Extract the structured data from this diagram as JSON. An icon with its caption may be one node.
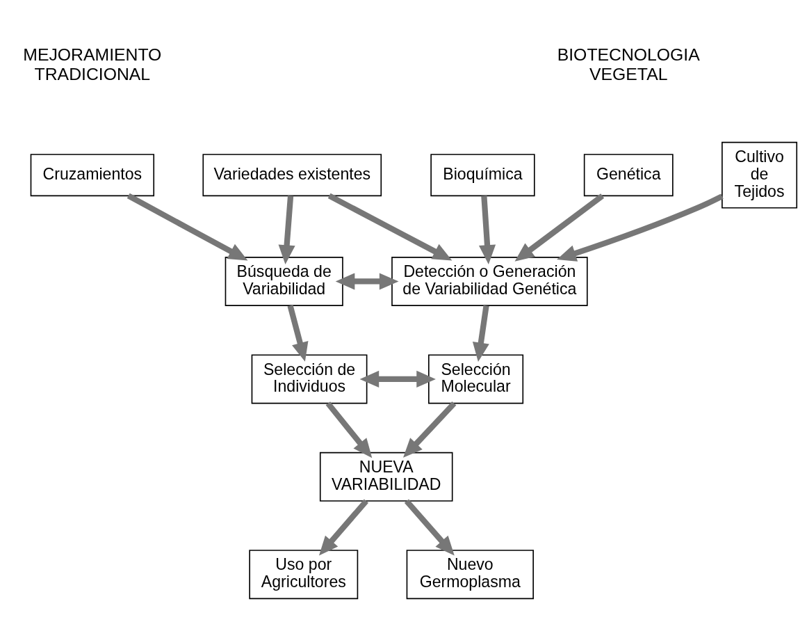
{
  "diagram": {
    "nodes": [
      {
        "text": [
          "Cruzamientos"
        ]
      },
      {
        "text": [
          "Variedades existentes"
        ]
      },
      {
        "text": [
          "Bioquímica"
        ]
      },
      {
        "text": [
          "Genética"
        ]
      },
      {
        "text": [
          "Cultivo de Tejidos"
        ]
      },
      {
        "text": [
          "Búsqueda de Variabilidad"
        ]
      },
      {
        "text": [
          "Detección o Generación de Variabilidad Genética"
        ]
      },
      {
        "text": [
          "Selección de Individuos"
        ]
      },
      {
        "text": [
          "Selección Molecular"
        ]
      },
      {
        "text": [
          "NUEVA VARIABILIDAD"
        ]
      },
      {
        "text": [
          "Uso por Agricultores"
        ]
      },
      {
        "text": [
          "Nuevo Germoplasma"
        ]
      }
    ],
    "edges": [
      {
        "from": 0,
        "to": 5,
        "arrow": "to"
      },
      {
        "from": 1,
        "to": 5,
        "arrow": "to"
      },
      {
        "from": 1,
        "to": 6,
        "arrow": "to"
      },
      {
        "from": 2,
        "to": 6,
        "arrow": "to"
      },
      {
        "from": 3,
        "to": 6,
        "arrow": "to"
      },
      {
        "from": 4,
        "to": 6,
        "arrow": "to"
      },
      {
        "from": 5,
        "to": 6,
        "arrow": "both"
      },
      {
        "from": 5,
        "to": 7,
        "arrow": "to"
      },
      {
        "from": 6,
        "to": 8,
        "arrow": "to"
      },
      {
        "from": 7,
        "to": 8,
        "arrow": "both"
      },
      {
        "from": 7,
        "to": 9,
        "arrow": "to"
      },
      {
        "from": 8,
        "to": 9,
        "arrow": "to"
      },
      {
        "from": 9,
        "to": 10,
        "arrow": "to"
      },
      {
        "from": 9,
        "to": 11,
        "arrow": "to"
      }
    ],
    "labels": [
      "MEJORAMIENTO TRADICIONAL",
      "BIOTECNOLOGIA VEGETAL"
    ]
  }
}
